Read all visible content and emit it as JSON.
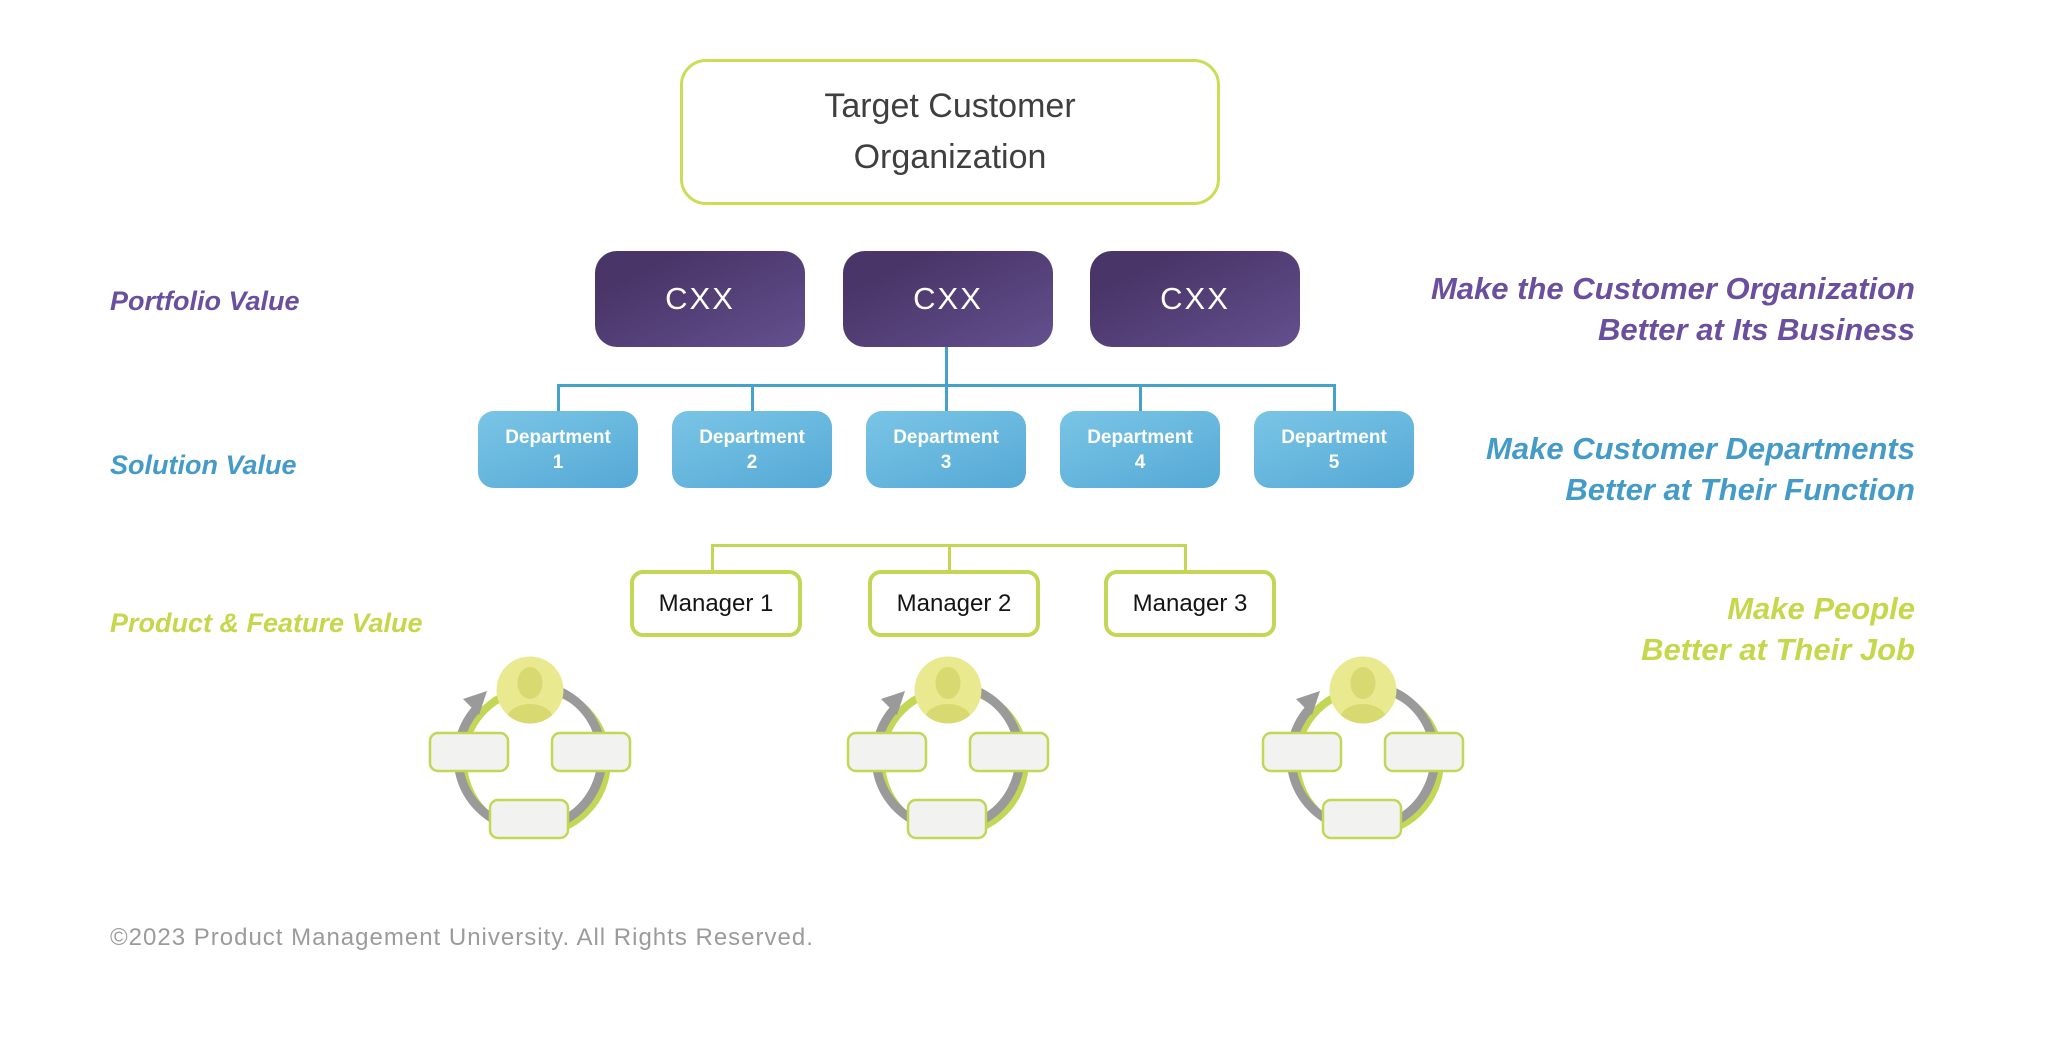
{
  "slide": {
    "top_box": {
      "line1": "Target Customer",
      "line2": "Organization"
    },
    "rows": [
      {
        "id": "portfolio",
        "label": "Portfolio Value",
        "caption_line1": "Make the Customer Organization",
        "caption_line2": "Better at Its Business",
        "color": "#6a4f9e"
      },
      {
        "id": "solution",
        "label": "Solution Value",
        "caption_line1": "Make Customer Departments",
        "caption_line2": "Better at Their Function",
        "color": "#459bc8"
      },
      {
        "id": "product",
        "label": "Product & Feature Value",
        "caption_line1": "Make People",
        "caption_line2": "Better at Their Job",
        "color": "#c5d74b"
      }
    ],
    "cxx_boxes": [
      {
        "label": "CXX"
      },
      {
        "label": "CXX"
      },
      {
        "label": "CXX"
      }
    ],
    "departments": [
      {
        "name": "Department",
        "number": "1"
      },
      {
        "name": "Department",
        "number": "2"
      },
      {
        "name": "Department",
        "number": "3"
      },
      {
        "name": "Department",
        "number": "4"
      },
      {
        "name": "Department",
        "number": "5"
      }
    ],
    "managers": [
      {
        "label": "Manager 1"
      },
      {
        "label": "Manager 2"
      },
      {
        "label": "Manager 3"
      }
    ],
    "icons": {
      "people_cycle": {
        "name": "people-cycle-icon",
        "count": 3
      }
    },
    "footer": "©2023 Product Management University. All Rights Reserved.",
    "palette": {
      "purple": "#6a4f9e",
      "purple_box_dark": "#4a3568",
      "purple_box_light": "#63508e",
      "blue": "#459bc8",
      "blue_connector": "#46a2cd",
      "blue_box_light": "#7ac5e6",
      "blue_box_dark": "#55a9d6",
      "lime": "#c3d655",
      "lime_text": "#c5d74b",
      "gray_footer": "#9b9b9b",
      "dark_text": "#3f3f3f",
      "avatar_yellow": "#e9e98f",
      "avatar_yellow_dark": "#d9d972",
      "cycle_gray": "#9a9a9a"
    }
  }
}
